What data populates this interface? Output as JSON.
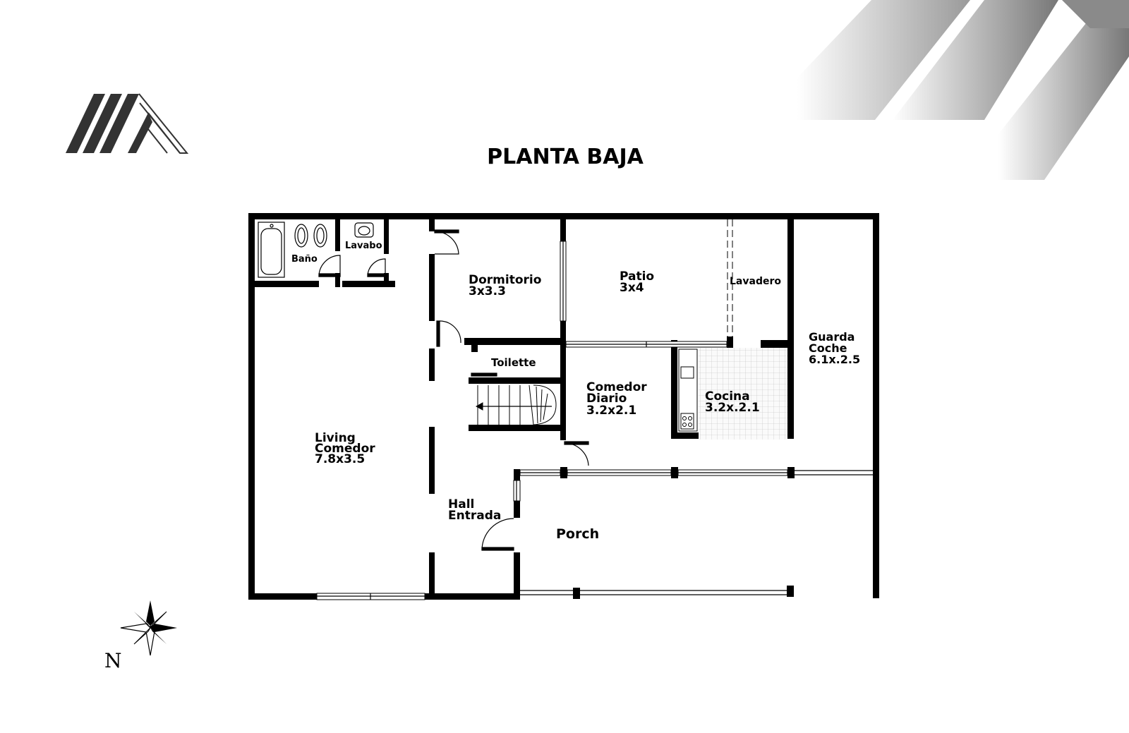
{
  "title": "PLANTA BAJA",
  "compass": {
    "label": "N",
    "icon": "compass-rose-icon"
  },
  "logo": {
    "icon": "company-logo-icon"
  },
  "rooms": {
    "bano": {
      "name": "Baño"
    },
    "lavabo": {
      "name": "Lavabo"
    },
    "dormitorio": {
      "name": "Dormitorio",
      "size": "3x3.3"
    },
    "patio": {
      "name": "Patio",
      "size": "3x4"
    },
    "lavadero": {
      "name": "Lavadero"
    },
    "guarda": {
      "line1": "Guarda",
      "line2": "Coche",
      "size": "6.1x.2.5"
    },
    "toilette": {
      "name": "Toilette"
    },
    "comedor_diario": {
      "line1": "Comedor",
      "line2": "Diario",
      "size": "3.2x2.1"
    },
    "cocina": {
      "name": "Cocina",
      "size": "3.2x.2.1"
    },
    "living": {
      "line1": "Living",
      "line2": "Comedor",
      "size": "7.8x3.5"
    },
    "hall": {
      "line1": "Hall",
      "line2": "Entrada"
    },
    "porch": {
      "name": "Porch"
    }
  }
}
